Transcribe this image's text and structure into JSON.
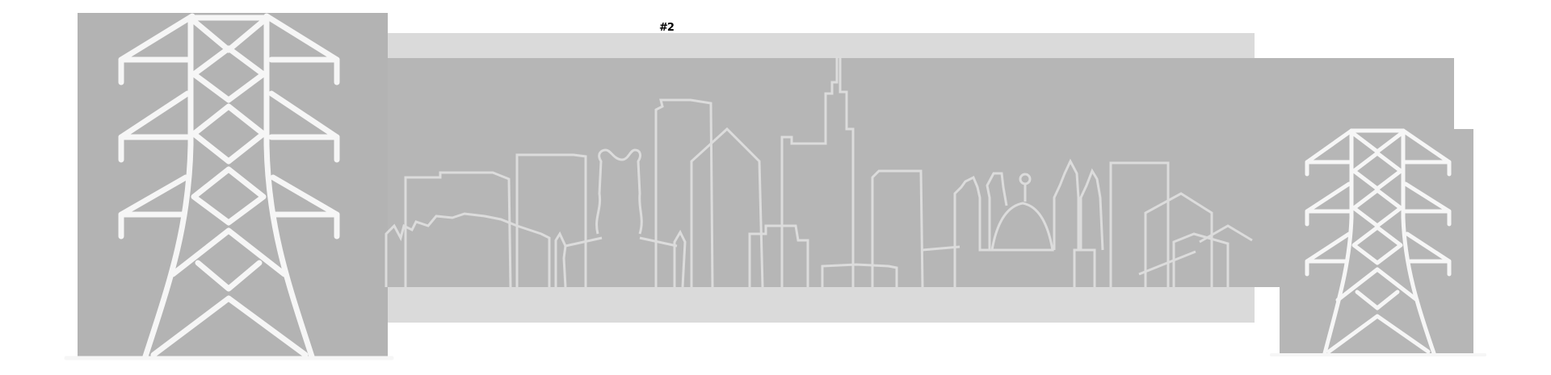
{
  "scene": {
    "description": "Grayscale city skyline banner flanked by two electricity pylons",
    "label_text": "#2",
    "colors": {
      "background": "#ffffff",
      "band_light": "#dadada",
      "panel_gray": "#b6b6b6",
      "tower_box_gray": "#b3b3b3",
      "line_light": "#dcdcdc",
      "tower_white": "#f6f6f6"
    }
  },
  "elements": {
    "left_pylon": {
      "name": "transmission-tower-left"
    },
    "right_pylon": {
      "name": "transmission-tower-right"
    },
    "skyline": {
      "name": "city-skyline-outline"
    }
  }
}
